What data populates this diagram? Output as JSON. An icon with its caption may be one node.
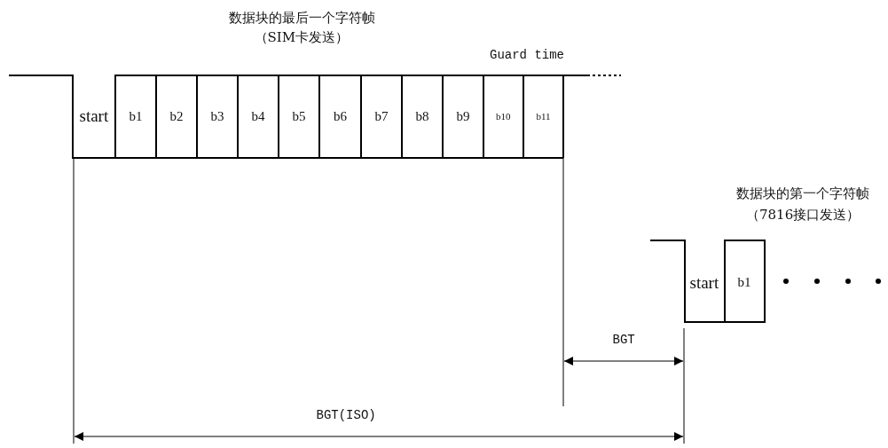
{
  "diagram": {
    "labels": [
      "数据块的最后一个字符帧",
      "（SIM卡发送）",
      "Guard time",
      "start",
      "b1",
      "b2",
      "b3",
      "b4",
      "b5",
      "b6",
      "b7",
      "b8",
      "b9",
      "b10",
      "b11",
      "数据块的第一个字符帧",
      "（7816接口发送）",
      "start",
      "b1",
      "BGT",
      "BGT(ISO)"
    ]
  }
}
